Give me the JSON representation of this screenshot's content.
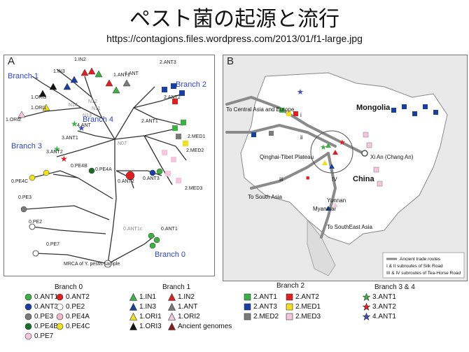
{
  "header": {
    "title": "ペスト菌の起源と流行",
    "url": "https://contagions.files.wordpress.com/2013/01/f1-large.jpg"
  },
  "panelA": {
    "letter": "A",
    "branch_labels": [
      "Branch 1",
      "Branch 2",
      "Branch 3",
      "Branch 4",
      "Branch 0"
    ],
    "node_labels": [
      "1.IN2",
      "1.IN3",
      "1.ORI3",
      "1.ORI2",
      "1.ORI1",
      "N14",
      "N12",
      "N11",
      "N13",
      "1.ANT",
      "1.ANT1",
      "2.ANT3",
      "2.ANT2",
      "2.ANT1",
      "2.MED1",
      "2.MED2",
      "2.MED3",
      "4.ANT",
      "3.ANT1",
      "3.ANT2",
      "N07",
      "0.ANT2",
      "0.ANT3",
      "0.PE4B",
      "0.PE4A",
      "0.PE4C",
      "0.PE3",
      "0.PE2",
      "0.PE7",
      "0.ANT1",
      "0.ANT1c"
    ],
    "root_label": "MRCA of Y. pestis sample"
  },
  "panelB": {
    "letter": "B",
    "places": [
      "Mongolia",
      "To Central Asia and Europe",
      "Qinghai-Tibet Plateau",
      "Xi An (Chang An)",
      "China",
      "To South Asia",
      "Yunnan",
      "Myanmar",
      "To SouthEast Asia",
      "i",
      "ii",
      "iii",
      "IV"
    ],
    "map_legend": [
      "Ancient trade routes",
      "I & II  subroutes of Silk Road",
      "III & IV subroutes of Tea-Horse Road"
    ]
  },
  "legend": {
    "branch0": {
      "title": "Branch 0",
      "items": [
        {
          "label": "0.ANT1",
          "color": "#3cb043",
          "shape": "circle"
        },
        {
          "label": "0.ANT2",
          "color": "#e02020",
          "shape": "circle"
        },
        {
          "label": "0.ANT3",
          "color": "#1a3f9e",
          "shape": "circle"
        },
        {
          "label": "0.PE2",
          "color": "#ffffff",
          "shape": "circle"
        },
        {
          "label": "0.PE3",
          "color": "#7a7a7a",
          "shape": "circle"
        },
        {
          "label": "0.PE4A",
          "color": "#f2b6d0",
          "shape": "circle"
        },
        {
          "label": "0.PE4B",
          "color": "#1d6b2a",
          "shape": "circle"
        },
        {
          "label": "0.PE4C",
          "color": "#f0e020",
          "shape": "circle"
        },
        {
          "label": "0.PE7",
          "color": "#f5c6dd",
          "shape": "circle"
        }
      ]
    },
    "branch1": {
      "title": "Branch 1",
      "items": [
        {
          "label": "1.IN1",
          "color": "#3cb043",
          "shape": "triangle"
        },
        {
          "label": "1.IN2",
          "color": "#e02020",
          "shape": "triangle"
        },
        {
          "label": "1.IN3",
          "color": "#1a3f9e",
          "shape": "triangle"
        },
        {
          "label": "1.ANT",
          "color": "#7a7a7a",
          "shape": "triangle"
        },
        {
          "label": "1.ORI1",
          "color": "#f0e020",
          "shape": "triangle"
        },
        {
          "label": "1.ORI2",
          "color": "#f5c6dd",
          "shape": "triangle"
        },
        {
          "label": "1.ORI3",
          "color": "#111111",
          "shape": "triangle"
        },
        {
          "label": "Ancient genomes",
          "color": "#8a1a1a",
          "shape": "triangle"
        }
      ]
    },
    "branch2": {
      "title": "Branch 2",
      "items": [
        {
          "label": "2.ANT1",
          "color": "#3cb043",
          "shape": "square"
        },
        {
          "label": "2.ANT2",
          "color": "#e02020",
          "shape": "square"
        },
        {
          "label": "2.ANT3",
          "color": "#1a3f9e",
          "shape": "square"
        },
        {
          "label": "2.MED1",
          "color": "#f0e020",
          "shape": "square"
        },
        {
          "label": "2.MED2",
          "color": "#7a7a7a",
          "shape": "square"
        },
        {
          "label": "2.MED3",
          "color": "#f5c6dd",
          "shape": "square"
        }
      ]
    },
    "branch34": {
      "title": "Branch 3 & 4",
      "items": [
        {
          "label": "3.ANT1",
          "color": "#3cb043",
          "shape": "star"
        },
        {
          "label": "3.ANT2",
          "color": "#e02020",
          "shape": "star"
        },
        {
          "label": "4.ANT1",
          "color": "#3a4fb0",
          "shape": "star"
        }
      ]
    }
  }
}
